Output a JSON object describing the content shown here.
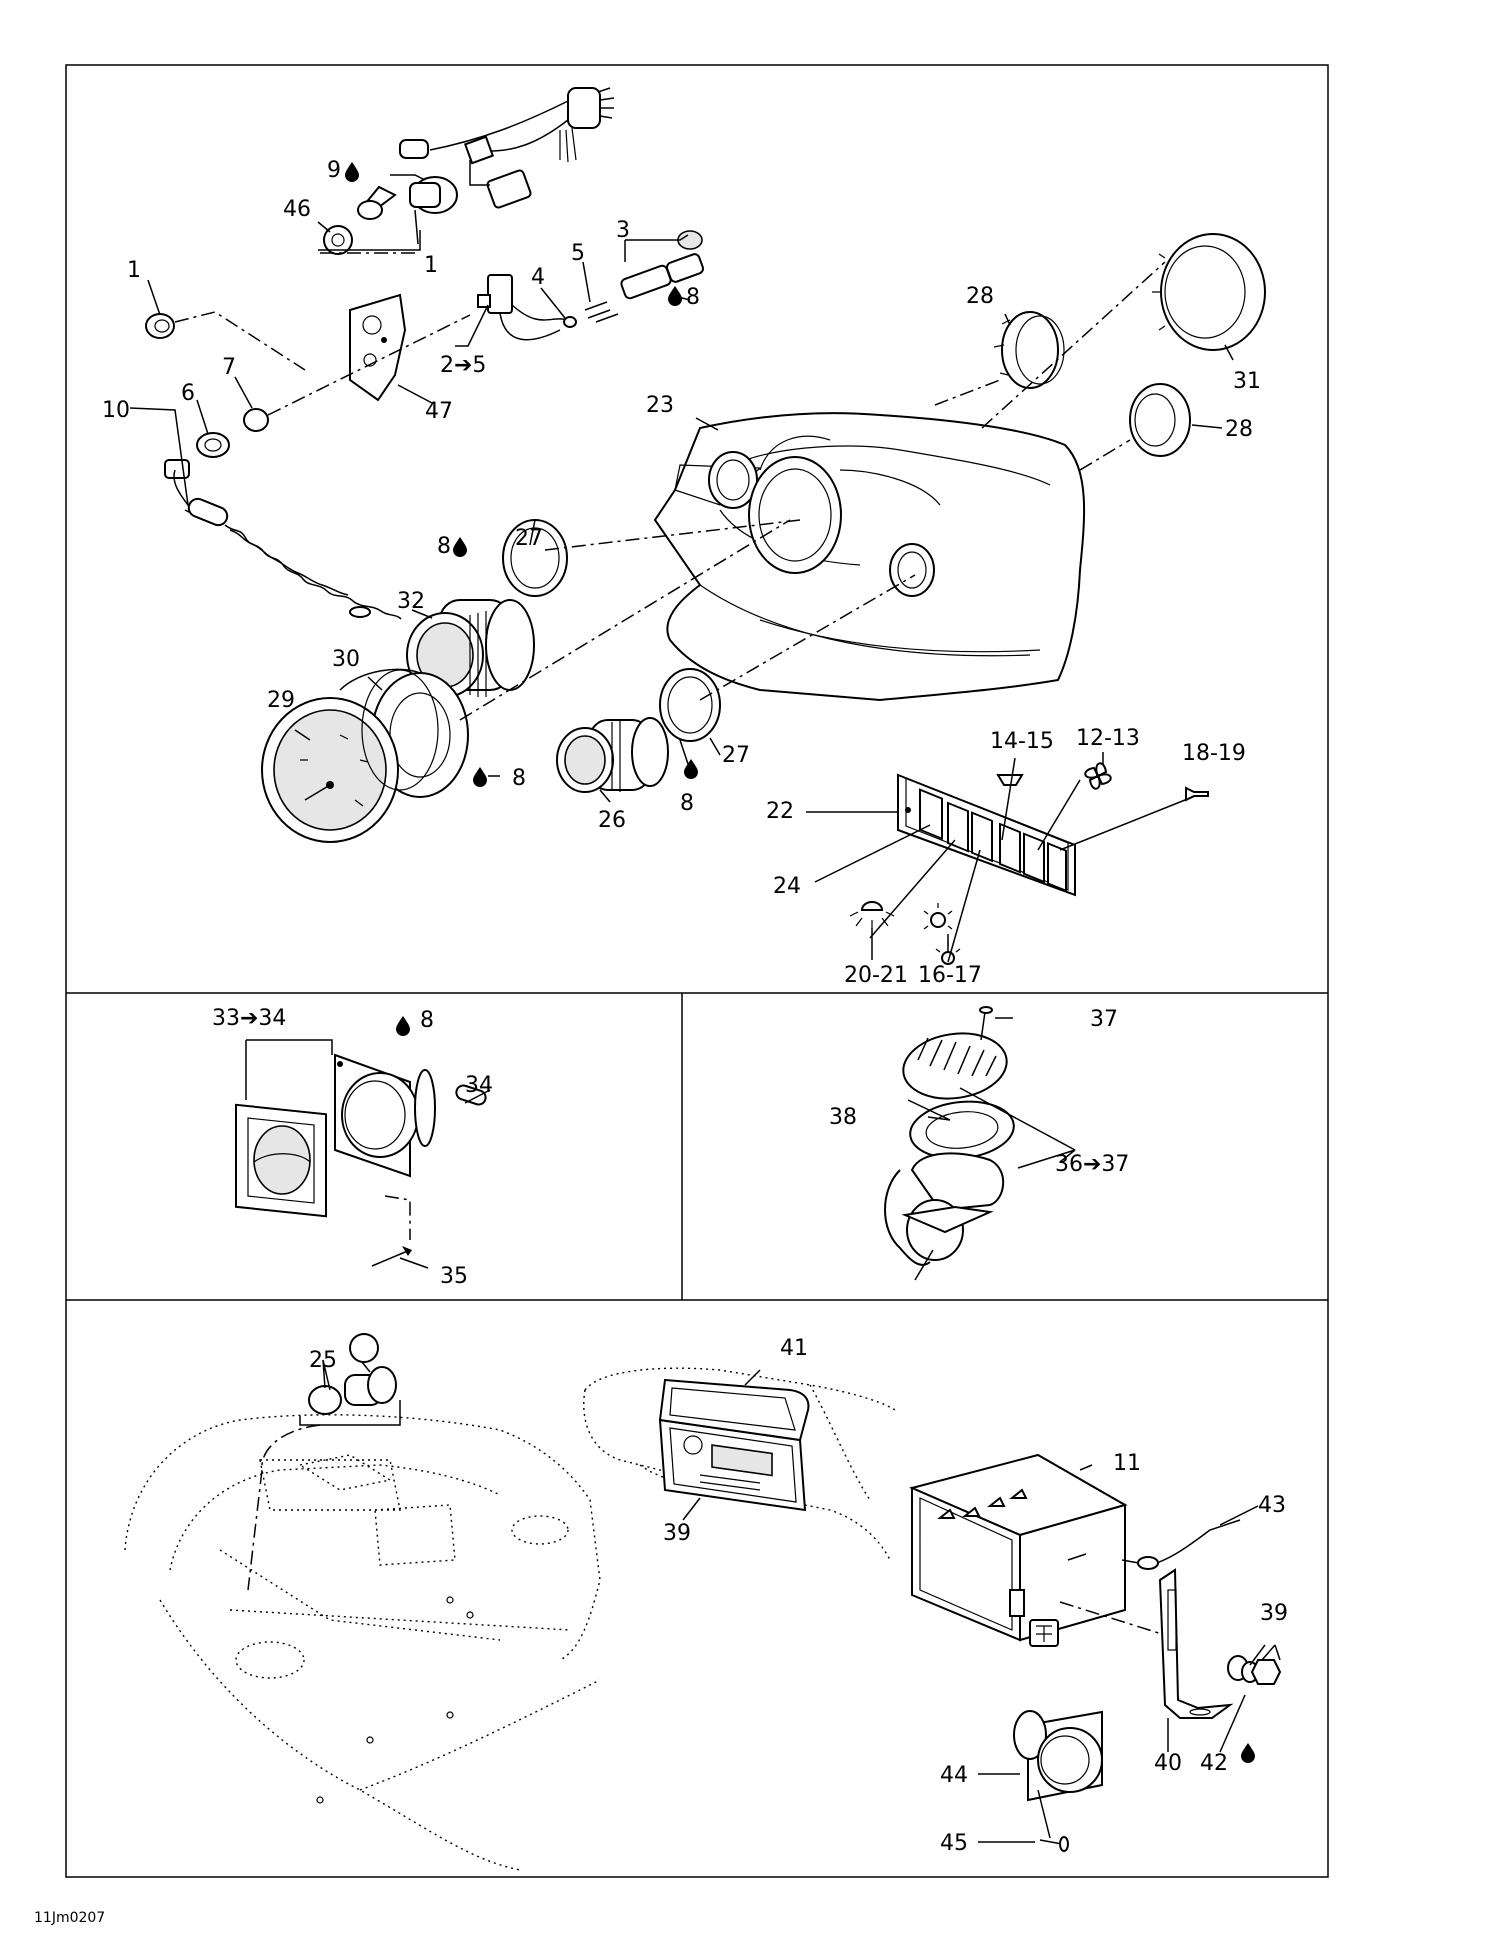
{
  "diagram_code": "11Jm0207",
  "arrow_glyph": "➔",
  "labels": {
    "l1a": "1",
    "l1b": "1",
    "l2_5": "2➔5",
    "l3": "3",
    "l4": "4",
    "l5": "5",
    "l6": "6",
    "l7": "7",
    "l8a": "8",
    "l8b": "8",
    "l8c": "8",
    "l8d": "8",
    "l8e": "8",
    "l9": "9",
    "l10": "10",
    "l11": "11",
    "l12_13": "12-13",
    "l14_15": "14-15",
    "l16_17": "16-17",
    "l18_19": "18-19",
    "l20_21": "20-21",
    "l22": "22",
    "l23": "23",
    "l24": "24",
    "l25": "25",
    "l26": "26",
    "l27a": "27",
    "l27b": "27",
    "l28a": "28",
    "l28b": "28",
    "l29": "29",
    "l30": "30",
    "l31": "31",
    "l32": "32",
    "l33_34": "33➔34",
    "l34": "34",
    "l35": "35",
    "l36_37": "36➔37",
    "l37": "37",
    "l38": "38",
    "l39a": "39",
    "l39b": "39",
    "l40": "40",
    "l41": "41",
    "l42": "42",
    "l43": "43",
    "l44": "44",
    "l45": "45",
    "l46": "46",
    "l47": "47"
  },
  "icons": [
    "loctite-drop-icon",
    "fan-icon",
    "horn-icon",
    "light-icon",
    "bilge-pump-icon",
    "navigation-light-icon"
  ]
}
